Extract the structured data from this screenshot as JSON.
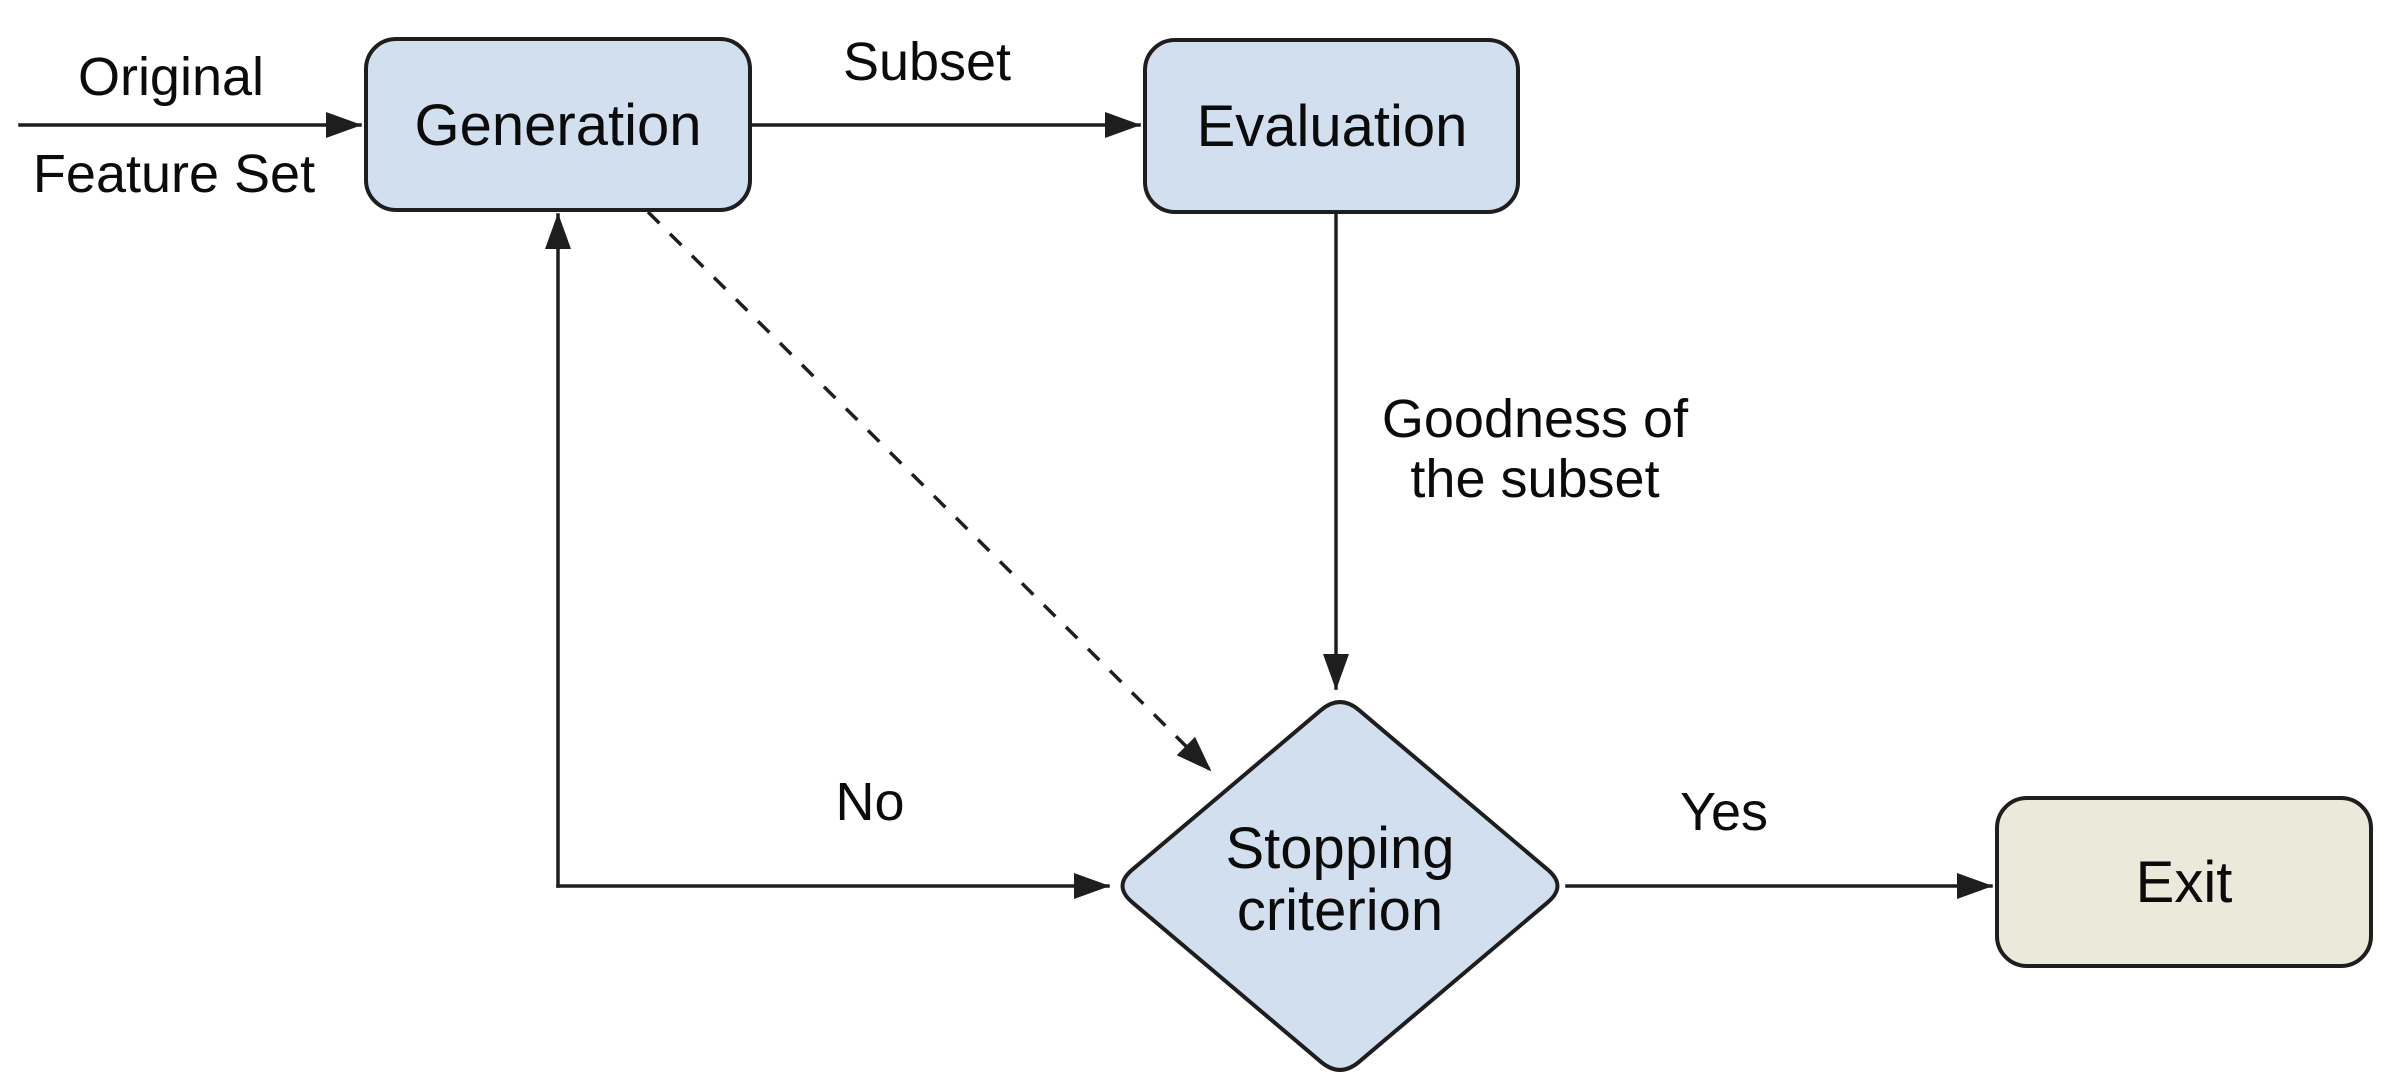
{
  "diagram": {
    "type": "flowchart",
    "subject": "Feature selection process",
    "colors": {
      "background": "#ffffff",
      "process_fill": "#d2dfef",
      "decision_fill": "#d2dfef",
      "terminal_fill": "#ebe9da",
      "stroke": "#1e1e1e",
      "text": "#0b0b0b"
    },
    "nodes": {
      "generation": {
        "label": "Generation",
        "shape": "rounded-rectangle"
      },
      "evaluation": {
        "label": "Evaluation",
        "shape": "rounded-rectangle"
      },
      "stopping": {
        "label_line1": "Stopping",
        "label_line2": "criterion",
        "shape": "diamond"
      },
      "exit": {
        "label": "Exit",
        "shape": "rounded-rectangle"
      }
    },
    "edges": {
      "input": {
        "label_line1": "Original",
        "label_line2": "Feature Set",
        "from": "start",
        "to": "Generation",
        "style": "solid-arrow"
      },
      "subset": {
        "label": "Subset",
        "from": "Generation",
        "to": "Evaluation",
        "style": "solid-arrow"
      },
      "goodness": {
        "label_line1": "Goodness of",
        "label_line2": "the subset",
        "from": "Evaluation",
        "to": "Stopping criterion",
        "style": "solid-arrow"
      },
      "no_loop": {
        "label": "No",
        "from": "Stopping criterion",
        "to": "Generation",
        "style": "solid-arrow-both-ends"
      },
      "direct": {
        "label": "",
        "from": "Generation",
        "to": "Stopping criterion",
        "style": "dashed-arrow"
      },
      "yes": {
        "label": "Yes",
        "from": "Stopping criterion",
        "to": "Exit",
        "style": "solid-arrow"
      }
    }
  }
}
